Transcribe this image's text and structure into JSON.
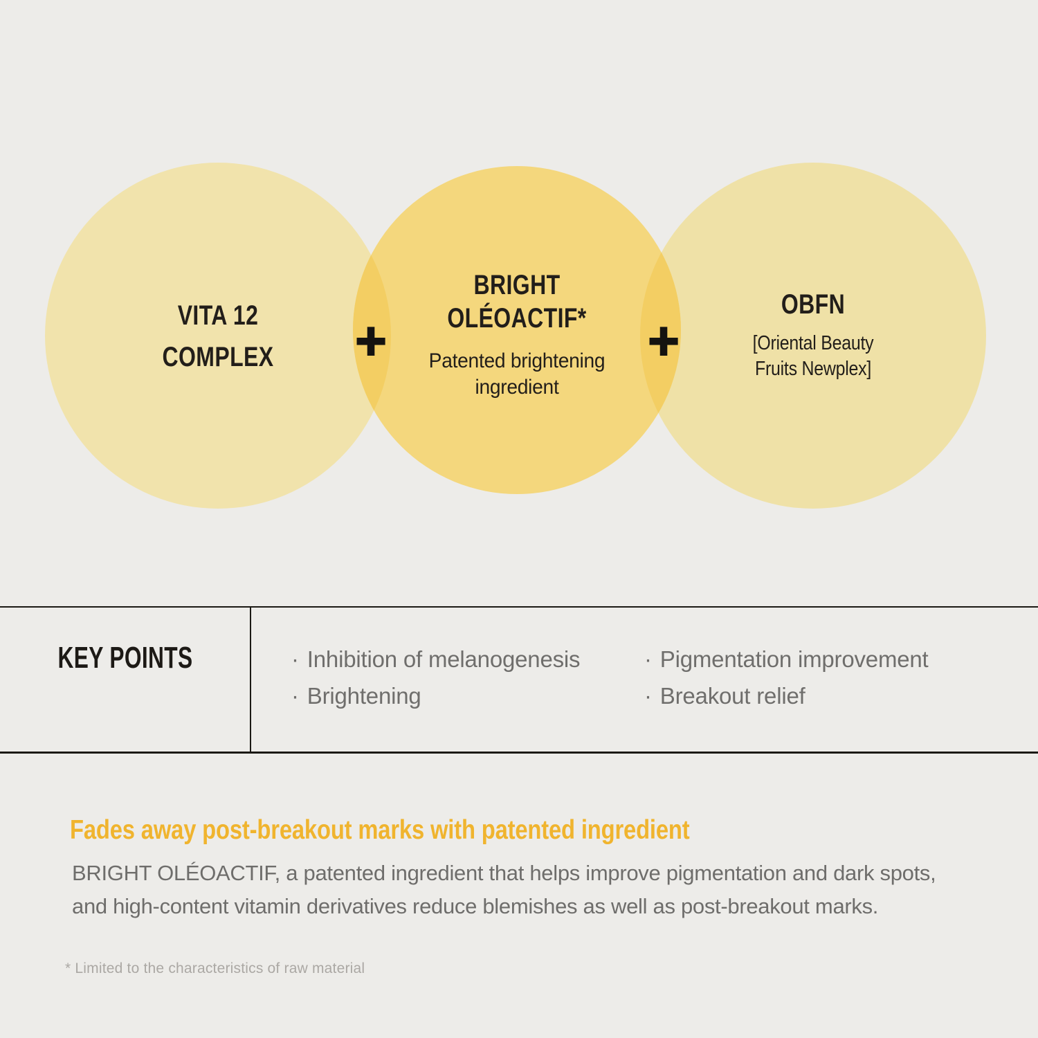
{
  "colors": {
    "bg": "#EDECE9",
    "circle-left": "#F1E3AC",
    "circle-right": "#EFE1A7",
    "circle-mid": "#F4D77D",
    "circle-overlap": "#F3CE63",
    "ink": "#221E1A",
    "gray-text": "#6F6E6C",
    "light-gray-text": "#ABA8A4",
    "accent-gold": "#F0B42E",
    "line": "#1B1914"
  },
  "venn": {
    "plus": "+",
    "circles": [
      {
        "title_lines": [
          "VITA 12",
          "COMPLEX"
        ],
        "subtitle_lines": []
      },
      {
        "title_lines": [
          "BRIGHT",
          "OLÉOACTIF*"
        ],
        "subtitle_lines": [
          "Patented brightening",
          "ingredient"
        ]
      },
      {
        "title_lines": [
          "OBFN"
        ],
        "subtitle_lines": [
          "[Oriental Beauty",
          "Fruits Newplex]"
        ]
      }
    ]
  },
  "key_points": {
    "label": "KEY POINTS",
    "bullet": "·",
    "columns": [
      [
        "Inhibition of melanogenesis",
        "Brightening"
      ],
      [
        "Pigmentation improvement",
        "Breakout relief"
      ]
    ]
  },
  "details": {
    "headline": "Fades away post-breakout marks with patented ingredient",
    "body_lines": [
      "BRIGHT OLÉOACTIF, a patented ingredient that helps improve pigmentation and dark spots,",
      "and high-content vitamin derivatives reduce blemishes as well as post-breakout marks."
    ],
    "footnote": "* Limited to the characteristics of raw material"
  }
}
